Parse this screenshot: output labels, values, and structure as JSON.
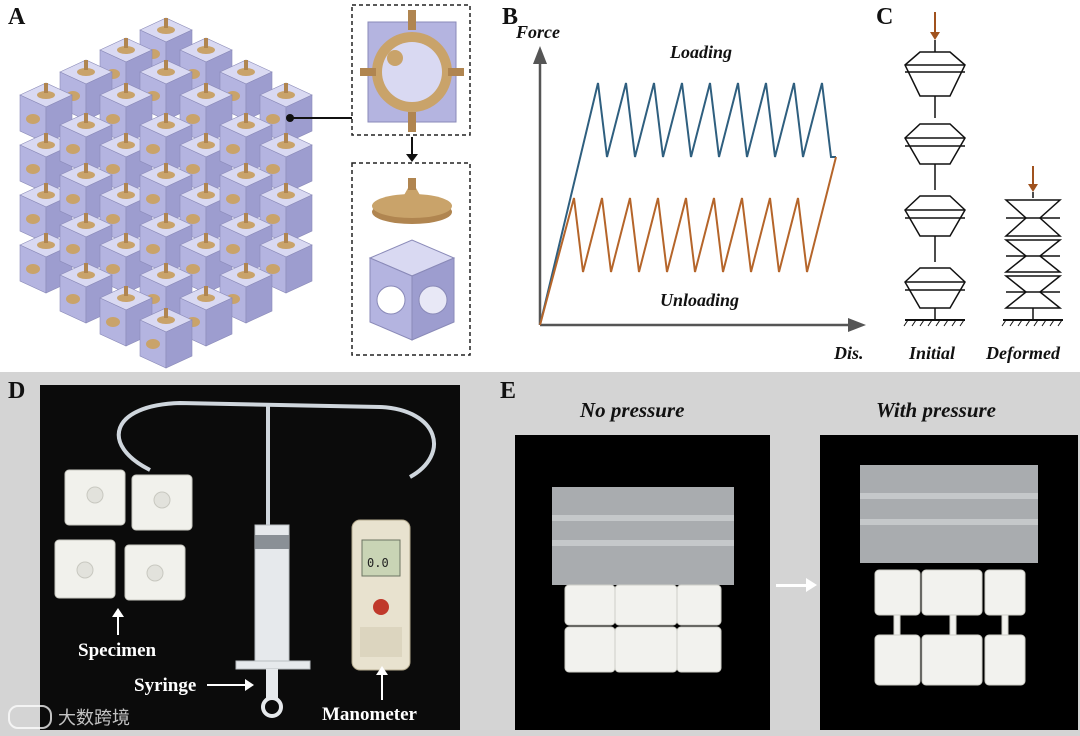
{
  "panels": {
    "a": {
      "letter": "A"
    },
    "b": {
      "letter": "B",
      "y_axis_label": "Force",
      "x_axis_label": "Dis.",
      "loading_label": "Loading",
      "unloading_label": "Unloading"
    },
    "c": {
      "letter": "C",
      "initial_label": "Initial",
      "deformed_label": "Deformed"
    },
    "d": {
      "letter": "D",
      "specimen_label": "Specimen",
      "syringe_label": "Syringe",
      "manometer_label": "Manometer",
      "display_value": "0.0"
    },
    "e": {
      "letter": "E",
      "no_pressure_label": "No pressure",
      "with_pressure_label": "With pressure"
    }
  },
  "watermark": {
    "text": "大数跨境"
  },
  "colors": {
    "cube_face": "#b4b4e0",
    "cone_gold": "#c9a36a",
    "loading_line": "#2f5f7f",
    "unloading_line": "#b5652a",
    "arrow_brown": "#a0521e",
    "panel_bg": "#d4d4d4"
  }
}
